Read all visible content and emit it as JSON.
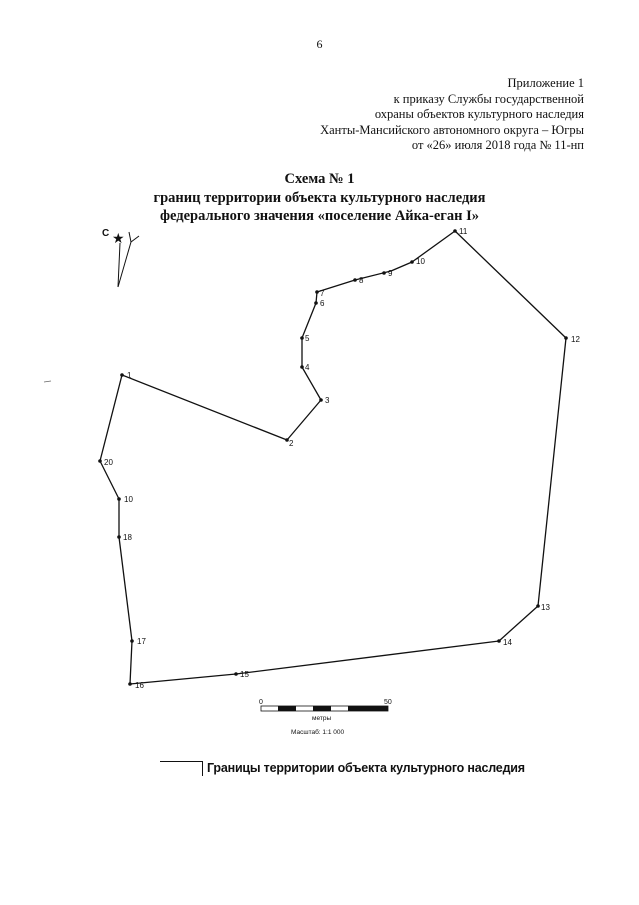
{
  "page_number": "6",
  "appendix": {
    "lines": [
      "Приложение 1",
      "к приказу Службы государственной",
      "охраны объектов культурного наследия",
      "Ханты-Мансийского автономного округа – Югры",
      "от «26»  июля  2018 года № 11-нп"
    ]
  },
  "title": {
    "lines": [
      "Схема № 1",
      "границ территории объекта культурного наследия",
      "федерального значения «поселение Айка-еган I»"
    ]
  },
  "north_arrow": {
    "label": "С"
  },
  "boundary": {
    "point_labels": [
      "1",
      "2",
      "3",
      "4",
      "5",
      "6",
      "7",
      "8",
      "9",
      "10",
      "11",
      "12",
      "13",
      "14",
      "15",
      "16",
      "17",
      "18",
      "10",
      "20"
    ]
  },
  "scale_bar": {
    "start_label": "0",
    "end_label": "50",
    "unit_label": "метры",
    "scale_text": "Масштаб: 1:1 000"
  },
  "legend": {
    "label": "Границы территории объекта культурного наследия"
  }
}
